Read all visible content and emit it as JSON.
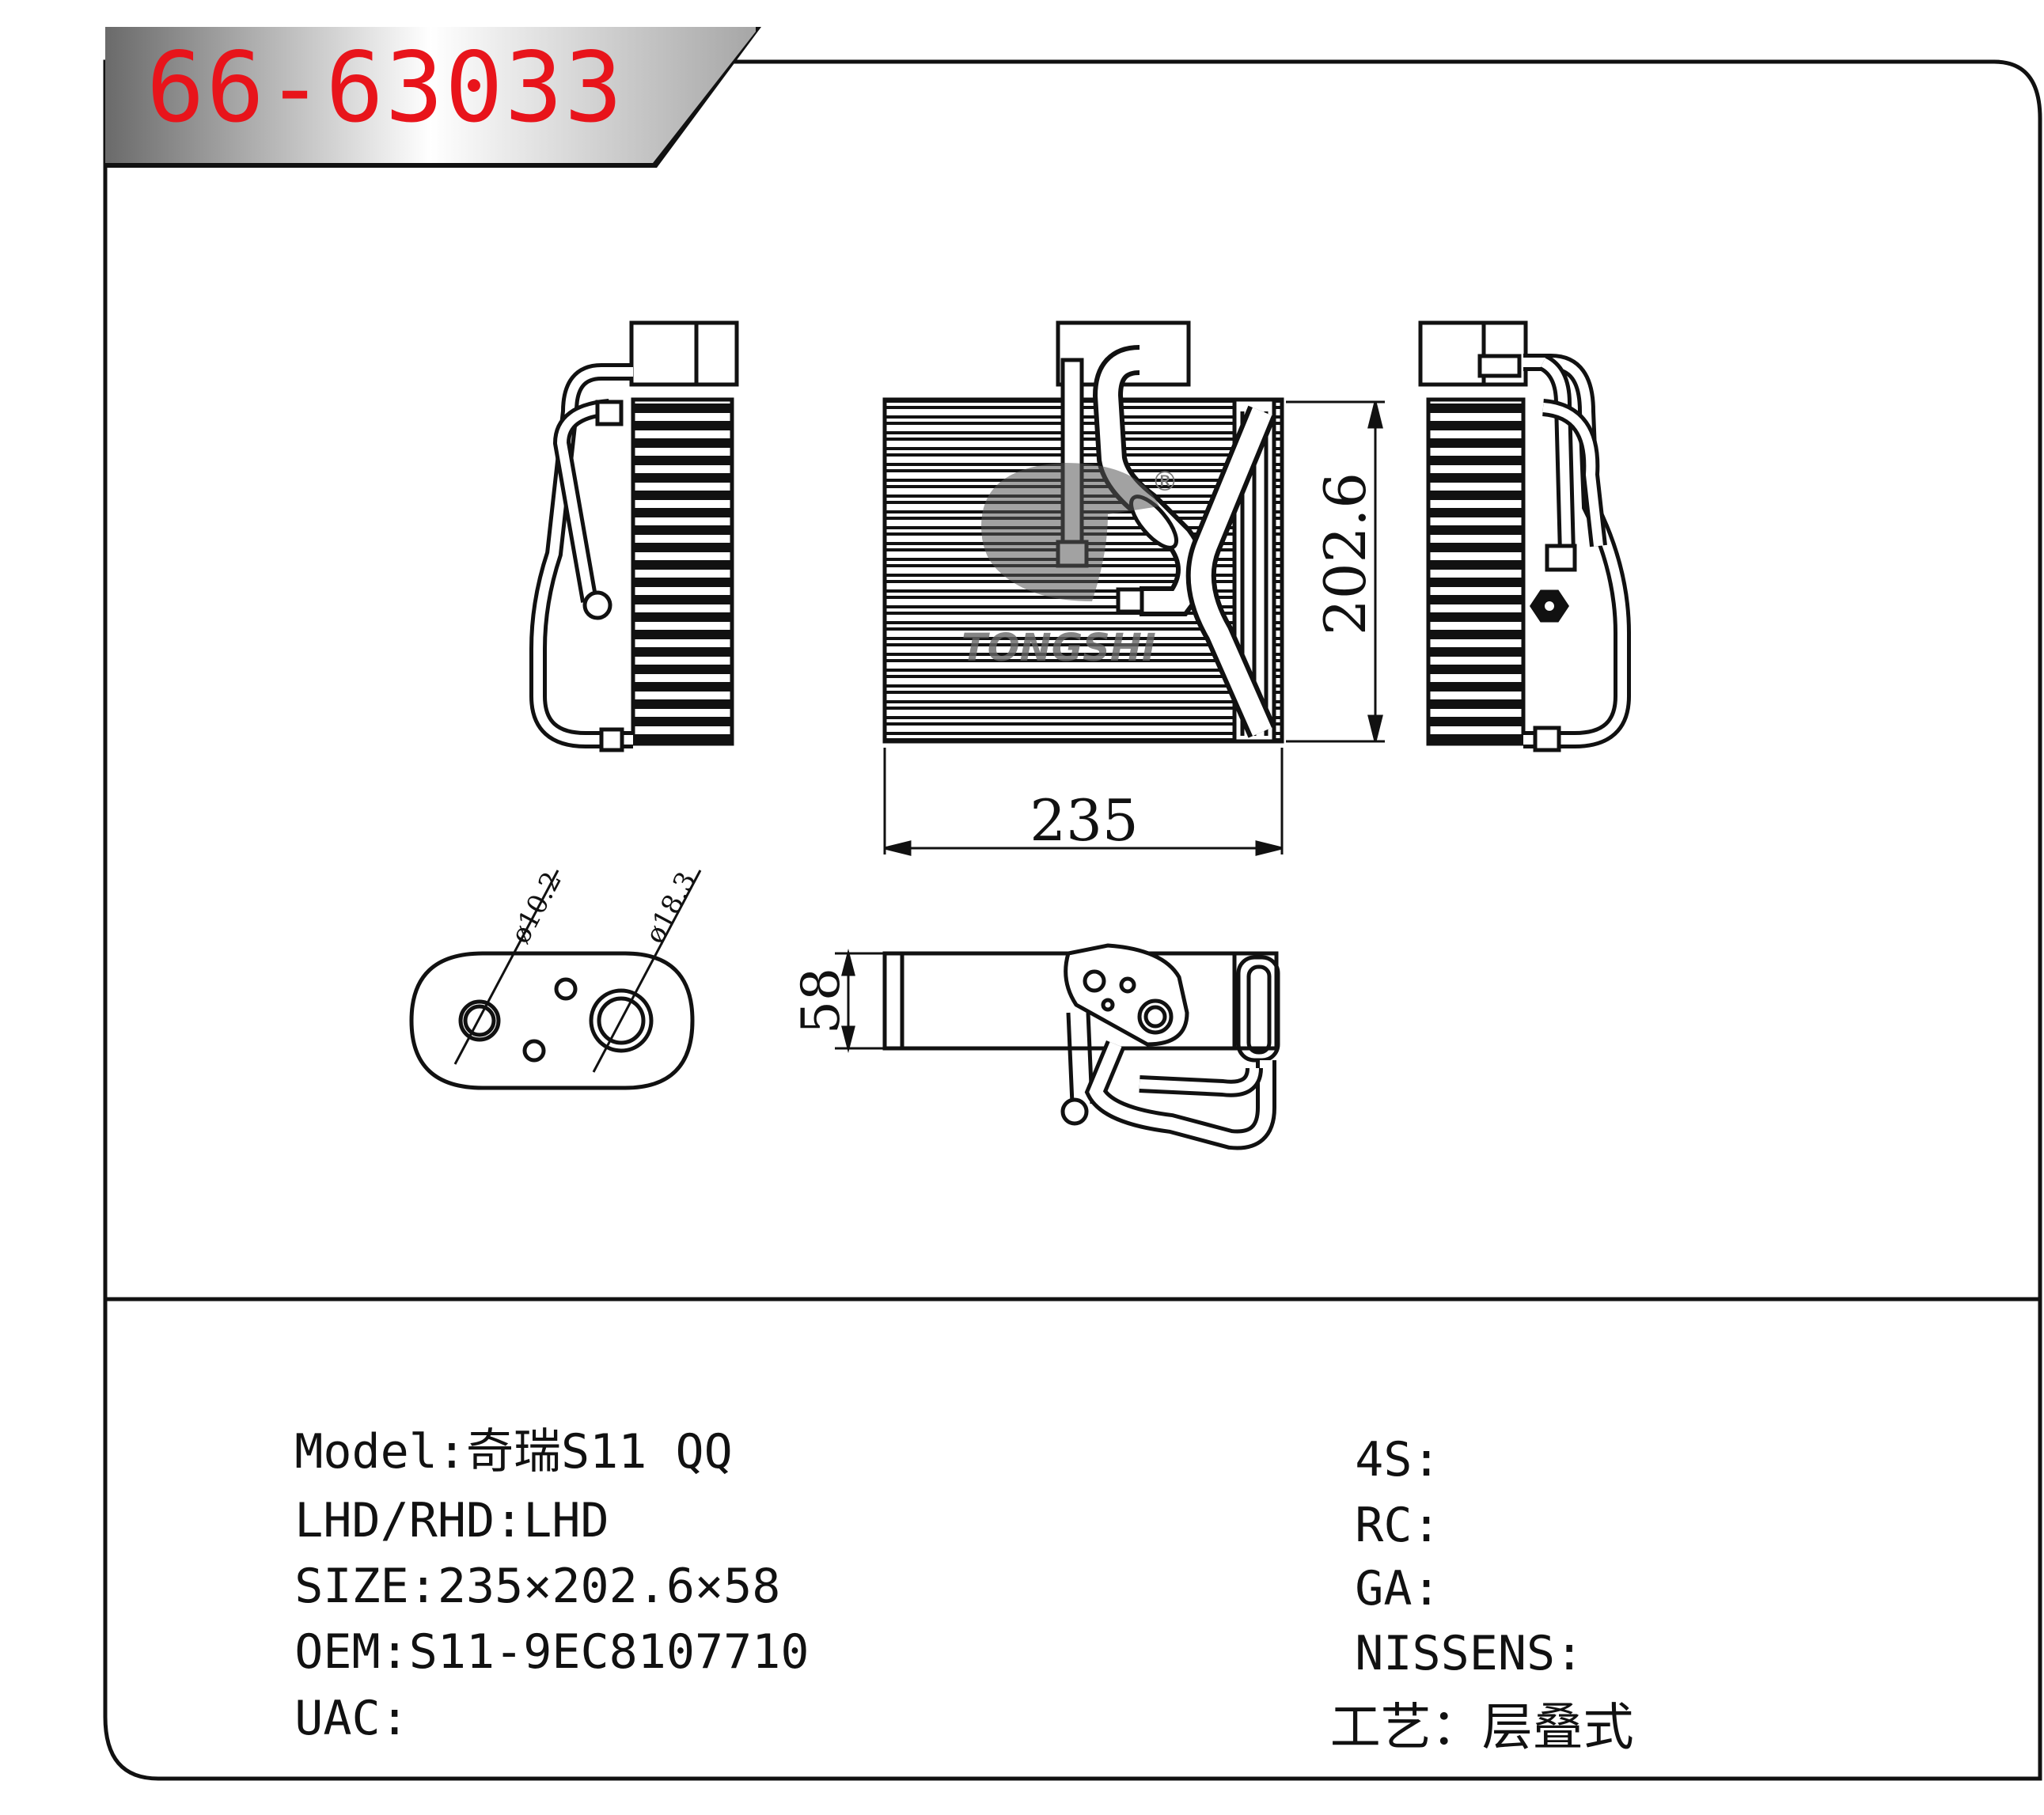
{
  "part_number": "66-63033",
  "watermark": {
    "brand": "TONGSHI",
    "mark": "®"
  },
  "dimensions": {
    "width": "235",
    "height": "202.6",
    "depth": "58",
    "port_small": "ø10.2",
    "port_large": "ø18.3"
  },
  "specs_left": [
    {
      "label": "Model",
      "value": "奇瑞S11 QQ"
    },
    {
      "label": "LHD/RHD",
      "value": "LHD"
    },
    {
      "label": "SIZE",
      "value": "235×202.6×58"
    },
    {
      "label": "OEM",
      "value": "S11-9EC8107710"
    },
    {
      "label": "UAC",
      "value": ""
    }
  ],
  "specs_right": [
    {
      "label": "4S",
      "value": ""
    },
    {
      "label": "RC",
      "value": ""
    },
    {
      "label": "GA",
      "value": ""
    },
    {
      "label": "NISSENS",
      "value": ""
    },
    {
      "label": "工艺",
      "value": "层叠式"
    }
  ]
}
